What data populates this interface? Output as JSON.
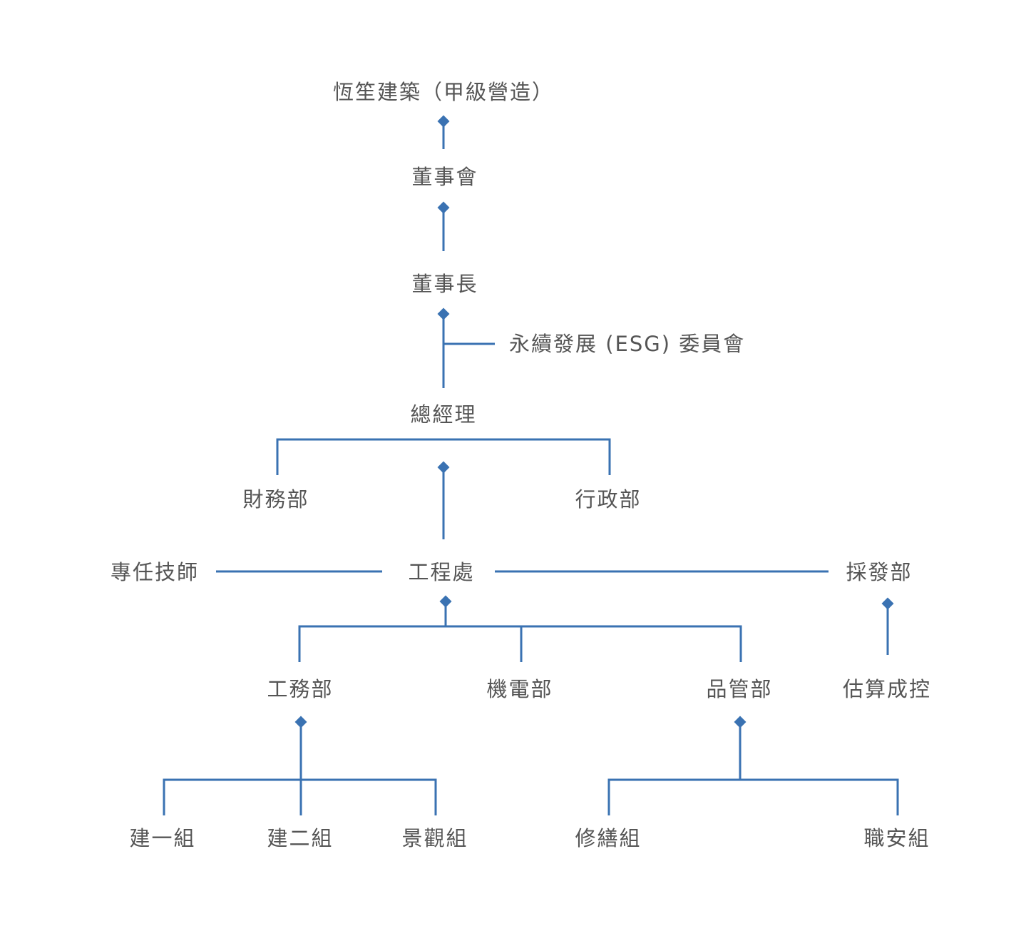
{
  "colors": {
    "line": "#3a72b2",
    "text": "#555555",
    "background": "#ffffff"
  },
  "nodes": {
    "company": "恆笙建築（甲級營造）",
    "board": "董事會",
    "chairman": "董事長",
    "esg_committee": "永續發展 (ESG) 委員會",
    "general_manager": "總經理",
    "finance": "財務部",
    "administration": "行政部",
    "engineering": "工程處",
    "professional_engineer": "專任技師",
    "procurement": "採發部",
    "construction_dept": "工務部",
    "mep_dept": "機電部",
    "quality_dept": "品管部",
    "estimation": "估算成控",
    "build_group_1": "建一組",
    "build_group_2": "建二組",
    "landscape_group": "景觀組",
    "repair_group": "修繕組",
    "safety_group": "職安組"
  }
}
